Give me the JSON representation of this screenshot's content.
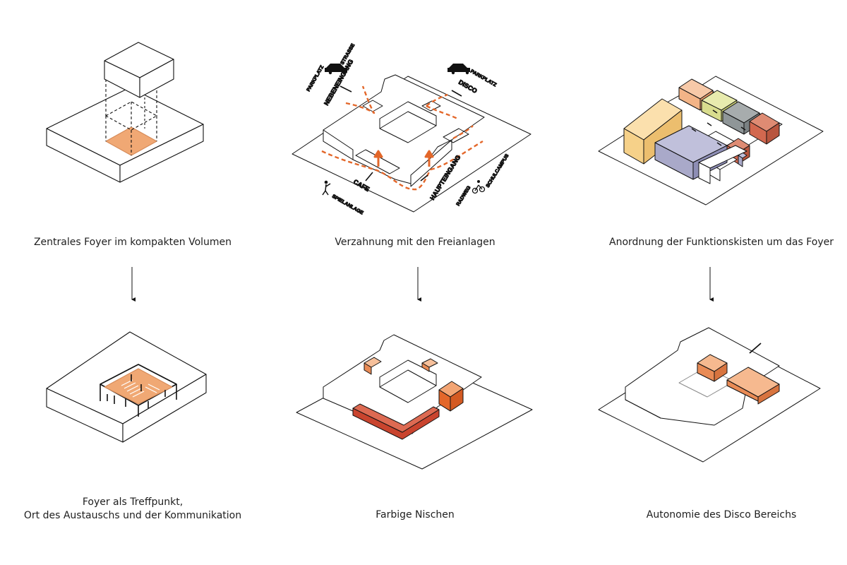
{
  "captions": {
    "top_left": "Zentrales Foyer im kompakten Volumen",
    "top_center": "Verzahnung mit den Freianlagen",
    "top_right": "Anordnung der Funktionskisten um das Foyer",
    "bottom_left_line1": "Foyer als Treffpunkt,",
    "bottom_left_line2": "Ort des Austauschs und der Kommunikation",
    "bottom_center": "Farbige Nischen",
    "bottom_right": "Autonomie des Disco Bereichs"
  },
  "site_labels": {
    "parkplatz_left": "PARKPLATZ",
    "strasse": "STRASSE",
    "nebeneingang": "NEBENEINGANG",
    "disco": "DISCO",
    "parkplatz_right": "PARKPLATZ",
    "cafe": "CAFE",
    "haupteingang": "HAUPTEINGANG",
    "spielanlage": "SPIELANLAGE",
    "radweg": "RADWEG",
    "schulcampus": "SCHULCAMPUS"
  },
  "colors": {
    "foyer_orange": "#f0a874",
    "accent_orange": "#e3672a",
    "niche_red": "#c9442e",
    "box_peach": "#f3b487",
    "box_yellow": "#f6d189",
    "box_olive": "#d9dd8e",
    "box_grey": "#8f9698",
    "box_red": "#d2684f",
    "box_lavender": "#a9a9c9",
    "line": "#111111"
  }
}
